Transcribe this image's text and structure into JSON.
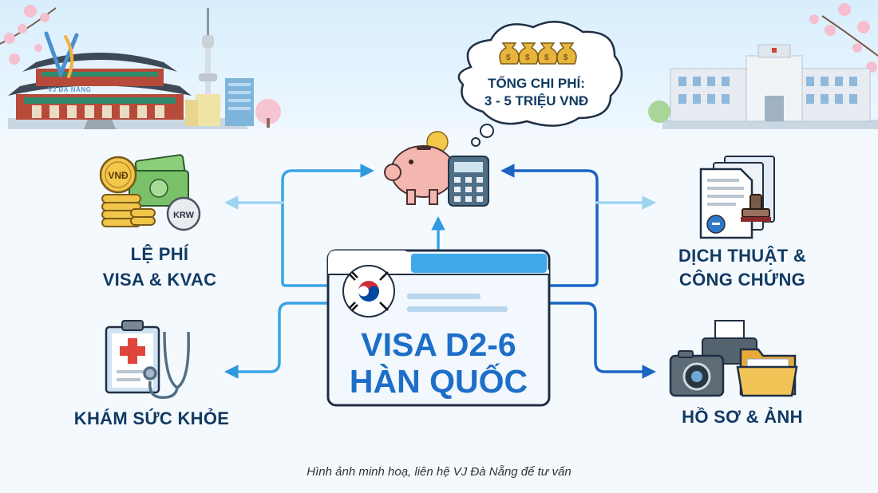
{
  "cloud": {
    "line1": "TỔNG CHI PHÍ:",
    "line2": "3 - 5 TRIỆU VNĐ"
  },
  "center": {
    "line1": "VISA D2-6",
    "line2": "HÀN QUỐC"
  },
  "items": {
    "visa_fee": {
      "line1": "LỆ PHÍ",
      "line2": "VISA & KVAC"
    },
    "health": {
      "label": "KHÁM SỨC KHỎE"
    },
    "translation": {
      "line1": "DỊCH THUẬT &",
      "line2": "CÔNG CHỨNG"
    },
    "documents": {
      "label": "HỒ SƠ & ẢNH"
    }
  },
  "coins": {
    "vnd": "VNĐ",
    "krw": "KRW"
  },
  "brand": "VJ ĐÀ NẴNG",
  "caption": "Hình ảnh minh hoạ, liên hệ VJ Đà Nẵng để tư vấn",
  "colors": {
    "navy": "#123a63",
    "blue": "#1d6ec8",
    "light_blue": "#8ccbef",
    "arrow": "#3aa3e6"
  }
}
